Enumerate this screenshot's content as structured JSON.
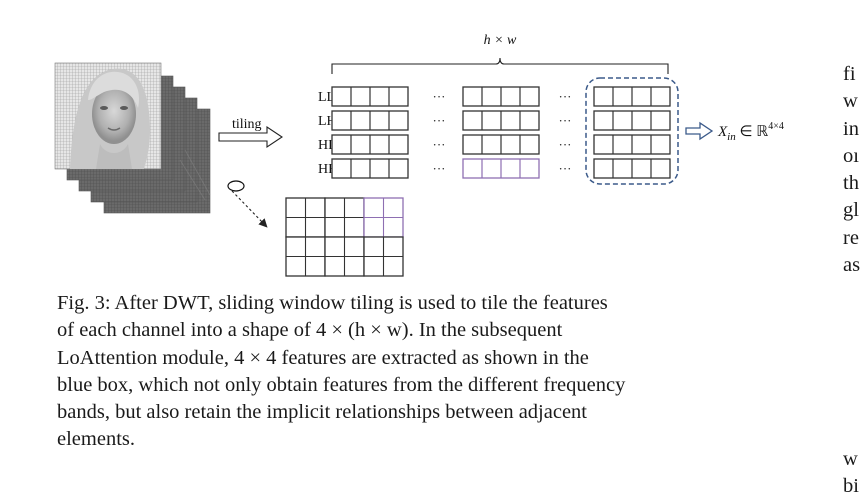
{
  "figure": {
    "top_label": "h × w",
    "tiling_label": "tiling",
    "band_labels": [
      "LL",
      "LH",
      "HL",
      "HH"
    ],
    "ellipsis": "···",
    "output_label": "X",
    "output_sub": "in",
    "output_tail": " ∈ ℝ",
    "output_sup": "4×4",
    "colors": {
      "cell": "#333333",
      "highlight": "#8e6fb2",
      "box": "#3b5a8a"
    }
  },
  "caption": {
    "lines": [
      "Fig. 3: After DWT, sliding window tiling is used to tile the features",
      "of each channel into a shape of 4 × (h × w). In the subsequent",
      "LoAttention module, 4 × 4 features are extracted as shown in the",
      "blue box, which not only obtain features from the different frequency",
      "bands, but also retain the implicit relationships between adjacent",
      "elements."
    ]
  },
  "side_text": {
    "lines": [
      "fi",
      "w",
      "in",
      "oı",
      "th",
      "gl",
      "re",
      "as"
    ],
    "lines_bottom": [
      "w",
      "bi"
    ]
  }
}
